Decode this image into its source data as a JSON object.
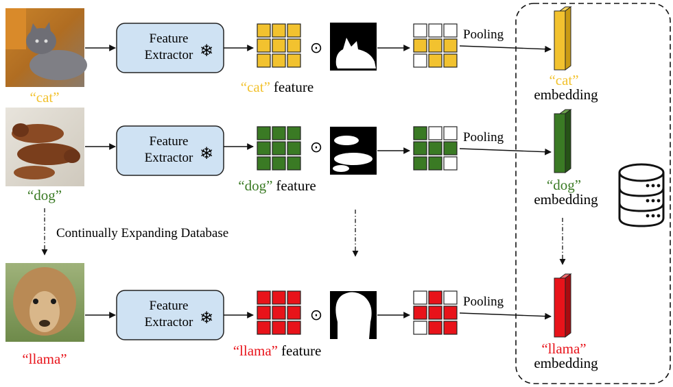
{
  "colors": {
    "cat": "#f2c22f",
    "dog": "#3a7a24",
    "llama": "#e8131a",
    "box_fill": "#cfe2f3",
    "box_stroke": "#222222"
  },
  "rows": [
    {
      "key": "cat",
      "quote_label": "“cat”",
      "feature_label": "“cat”",
      "feature_word": "feature",
      "embedding_label": "“cat”",
      "embedding_word": "embedding",
      "extractor_line1": "Feature",
      "extractor_line2": "Extractor",
      "pooling": "Pooling",
      "odot": "⊙",
      "pooled_mask": [
        0,
        0,
        0,
        1,
        1,
        1,
        0,
        1,
        1
      ]
    },
    {
      "key": "dog",
      "quote_label": "“dog”",
      "feature_label": "“dog”",
      "feature_word": "feature",
      "embedding_label": "“dog”",
      "embedding_word": "embedding",
      "extractor_line1": "Feature",
      "extractor_line2": "Extractor",
      "pooling": "Pooling",
      "odot": "⊙",
      "pooled_mask": [
        1,
        0,
        0,
        1,
        1,
        1,
        1,
        1,
        0
      ]
    },
    {
      "key": "llama",
      "quote_label": "“llama”",
      "feature_label": "“llama”",
      "feature_word": "feature",
      "embedding_label": "“llama”",
      "embedding_word": "embedding",
      "extractor_line1": "Feature",
      "extractor_line2": "Extractor",
      "pooling": "Pooling",
      "odot": "⊙",
      "pooled_mask": [
        0,
        1,
        0,
        1,
        1,
        1,
        0,
        1,
        1
      ]
    }
  ],
  "database_caption": "Continually Expanding Database",
  "icons": {
    "freeze": "snowflake-icon",
    "database": "database-icon"
  }
}
